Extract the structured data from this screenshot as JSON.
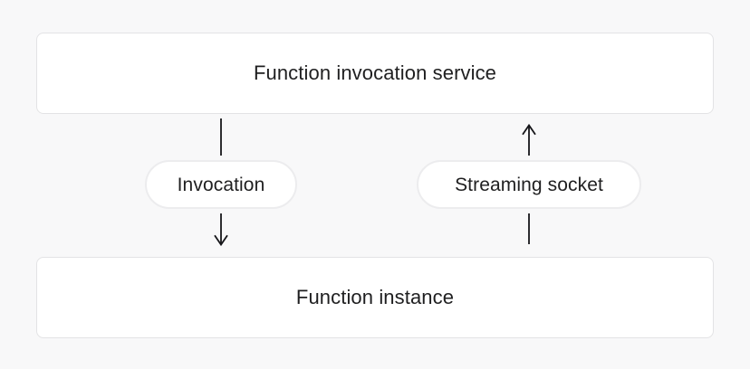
{
  "diagram": {
    "title_semantic": "function-invocation-architecture",
    "background_color": "#f8f8f9",
    "nodes": {
      "service_box": {
        "label": "Function invocation service",
        "fill": "#ffffff",
        "border_color": "#e3e3e5"
      },
      "instance_box": {
        "label": "Function instance",
        "fill": "#ffffff",
        "border_color": "#e3e3e5"
      }
    },
    "edges": [
      {
        "label": "Invocation",
        "from": "Function invocation service",
        "to": "Function instance",
        "direction": "down",
        "arrowhead": "at-target",
        "pill_fill": "#ffffff",
        "pill_border": "#ececee"
      },
      {
        "label": "Streaming socket",
        "from": "Function instance",
        "to": "Function invocation service",
        "direction": "up",
        "arrowhead": "at-target",
        "pill_fill": "#ffffff",
        "pill_border": "#ececee"
      }
    ],
    "line_color": "#16161a"
  }
}
